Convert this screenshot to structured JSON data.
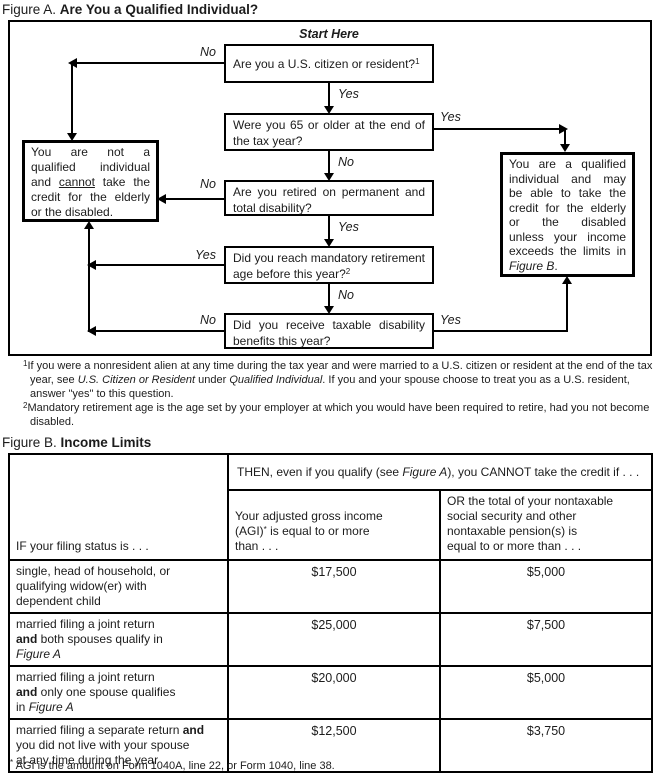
{
  "colors": {
    "ink": "#1c1c1c",
    "line": "#000000",
    "background": "#ffffff"
  },
  "figure_a": {
    "title_prefix": "Figure A.",
    "title": "Are You a Qualified Individual?",
    "start_here": "Start Here",
    "yes": "Yes",
    "no": "No",
    "questions": [
      {
        "lines": [
          {
            "segs": [
              {
                "t": "Are you a U.S. citizen or resident?"
              },
              {
                "t": "1",
                "sup": true
              }
            ]
          }
        ]
      },
      {
        "lines": [
          {
            "segs": [
              {
                "t": "Were you 65 or older at the end of"
              }
            ],
            "stretch": true
          },
          {
            "segs": [
              {
                "t": "the tax year?"
              }
            ]
          }
        ]
      },
      {
        "lines": [
          {
            "segs": [
              {
                "t": "Are you retired on permanent and"
              }
            ],
            "stretch": true
          },
          {
            "segs": [
              {
                "t": "total disability?"
              }
            ]
          }
        ]
      },
      {
        "lines": [
          {
            "segs": [
              {
                "t": "Did you reach mandatory retirement"
              }
            ],
            "stretch": true
          },
          {
            "segs": [
              {
                "t": "age before this year?"
              },
              {
                "t": "2",
                "sup": true
              }
            ]
          }
        ]
      },
      {
        "lines": [
          {
            "segs": [
              {
                "t": "Did you receive taxable disability"
              }
            ],
            "stretch": true
          },
          {
            "segs": [
              {
                "t": "benefits this year?"
              }
            ]
          }
        ]
      }
    ],
    "not_qualified": {
      "lines": [
        {
          "segs": [
            {
              "t": "You are not a"
            }
          ],
          "stretch": true
        },
        {
          "segs": [
            {
              "t": "qualified individual"
            }
          ],
          "stretch": true
        },
        {
          "segs": [
            {
              "t": "and "
            },
            {
              "t": "cannot",
              "u": true
            },
            {
              "t": " take the"
            }
          ],
          "stretch": true
        },
        {
          "segs": [
            {
              "t": "credit for the elderly"
            }
          ],
          "stretch": true
        },
        {
          "segs": [
            {
              "t": "or the disabled."
            }
          ]
        }
      ]
    },
    "qualified": {
      "lines": [
        {
          "segs": [
            {
              "t": "You are a qualified"
            }
          ],
          "stretch": true
        },
        {
          "segs": [
            {
              "t": "individual and may"
            }
          ],
          "stretch": true
        },
        {
          "segs": [
            {
              "t": "be able to take the"
            }
          ],
          "stretch": true
        },
        {
          "segs": [
            {
              "t": "credit for the elderly"
            }
          ],
          "stretch": true
        },
        {
          "segs": [
            {
              "t": "or the disabled"
            }
          ],
          "stretch": true
        },
        {
          "segs": [
            {
              "t": "unless your income"
            }
          ],
          "stretch": true
        },
        {
          "segs": [
            {
              "t": "exceeds the limits in"
            }
          ],
          "stretch": true
        },
        {
          "segs": [
            {
              "t": "Figure B",
              "i": true
            },
            {
              "t": "."
            }
          ]
        }
      ]
    },
    "footnote1": [
      {
        "t": "1",
        "sup": true
      },
      {
        "t": "If you were a nonresident alien at any time during the tax year and were married to a U.S. citizen or resident at the end of the tax year, see "
      },
      {
        "t": "U.S. Citizen or Resident",
        "i": true
      },
      {
        "t": " under "
      },
      {
        "t": "Qualified Individual",
        "i": true
      },
      {
        "t": ". If you and your spouse choose to treat you as a U.S. resident, answer \"yes\" to this question."
      }
    ],
    "footnote2": [
      {
        "t": "2",
        "sup": true
      },
      {
        "t": "Mandatory retirement age is the age set by your employer at which you would have been required to retire, had you not become disabled."
      }
    ]
  },
  "figure_b": {
    "title_prefix": "Figure B.",
    "title": "Income Limits",
    "then_header": [
      {
        "t": "THEN, even if you qualify (see "
      },
      {
        "t": "Figure A",
        "i": true
      },
      {
        "t": "), you CANNOT take the credit if . . ."
      }
    ],
    "col1_header": "IF your filing status is . . .",
    "col2_header_lines": [
      {
        "segs": [
          {
            "t": "Your adjusted gross income"
          }
        ]
      },
      {
        "segs": [
          {
            "t": "(AGI)"
          },
          {
            "t": "*",
            "sup": true
          },
          {
            "t": " is equal to or more"
          }
        ]
      },
      {
        "segs": [
          {
            "t": "than . . ."
          }
        ]
      }
    ],
    "col3_header_lines": [
      {
        "segs": [
          {
            "t": "OR the total of your nontaxable"
          }
        ]
      },
      {
        "segs": [
          {
            "t": "social security and other"
          }
        ]
      },
      {
        "segs": [
          {
            "t": "nontaxable pension(s) is"
          }
        ]
      },
      {
        "segs": [
          {
            "t": "equal to or more than . . ."
          }
        ]
      }
    ],
    "rows": [
      {
        "status_lines": [
          {
            "segs": [
              {
                "t": "single, head of household, or"
              }
            ]
          },
          {
            "segs": [
              {
                "t": "qualifying widow(er) with"
              }
            ]
          },
          {
            "segs": [
              {
                "t": "dependent child"
              }
            ]
          }
        ],
        "agi": "$17,500",
        "pension": "$5,000"
      },
      {
        "status_lines": [
          {
            "segs": [
              {
                "t": "married filing a joint return"
              }
            ]
          },
          {
            "segs": [
              {
                "t": "and",
                "b": true
              },
              {
                "t": " both spouses qualify in"
              }
            ]
          },
          {
            "segs": [
              {
                "t": "Figure A",
                "i": true
              }
            ]
          }
        ],
        "agi": "$25,000",
        "pension": "$7,500"
      },
      {
        "status_lines": [
          {
            "segs": [
              {
                "t": "married filing a joint return"
              }
            ]
          },
          {
            "segs": [
              {
                "t": "and",
                "b": true
              },
              {
                "t": " only one spouse qualifies"
              }
            ]
          },
          {
            "segs": [
              {
                "t": "in "
              },
              {
                "t": "Figure A",
                "i": true
              }
            ]
          }
        ],
        "agi": "$20,000",
        "pension": "$5,000"
      },
      {
        "status_lines": [
          {
            "segs": [
              {
                "t": "married filing a separate return "
              },
              {
                "t": "and",
                "b": true
              }
            ]
          },
          {
            "segs": [
              {
                "t": "you did not live with your spouse"
              }
            ]
          },
          {
            "segs": [
              {
                "t": "at any time during the year"
              }
            ]
          }
        ],
        "agi": "$12,500",
        "pension": "$3,750"
      }
    ],
    "footnote": [
      {
        "t": "*",
        "sup": true
      },
      {
        "t": " AGI is the amount on Form 1040A, line 22, or Form 1040, line 38."
      }
    ]
  }
}
